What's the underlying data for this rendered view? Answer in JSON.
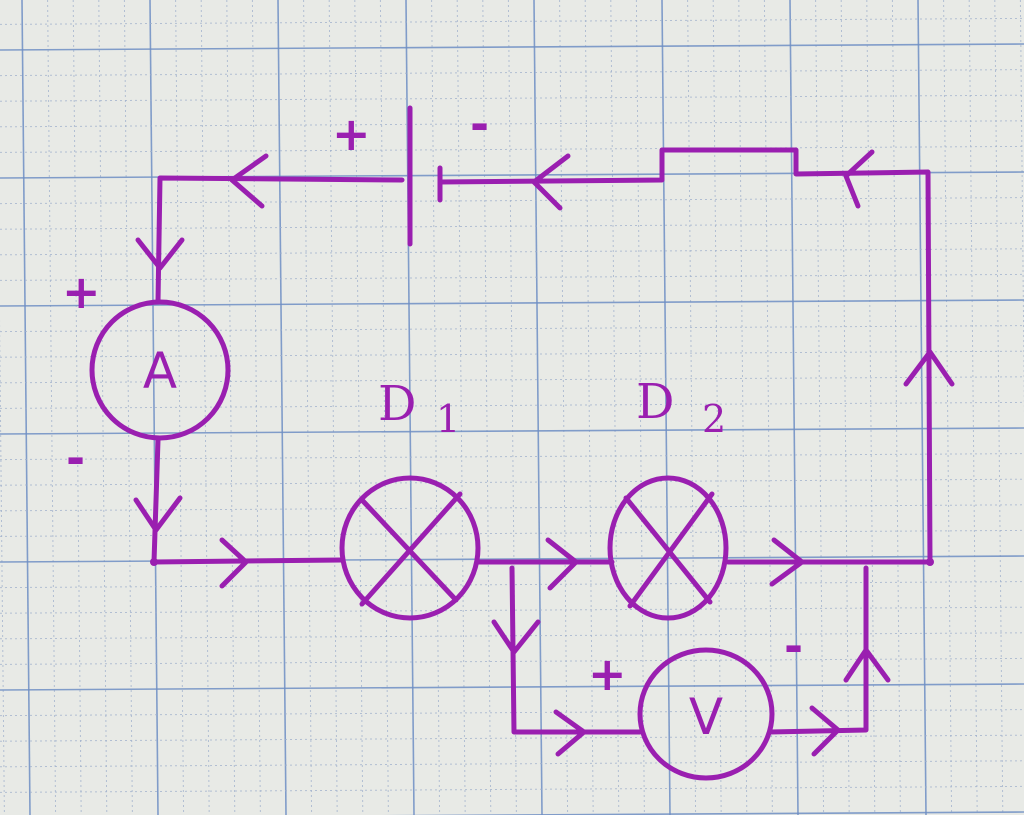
{
  "ink_color": "#9a1fb0",
  "paper_color": "#e8eae6",
  "grid_color": "#6f8fc4",
  "battery": {
    "plus": "+",
    "minus": "-"
  },
  "ammeter": {
    "symbol": "A",
    "plus": "+",
    "minus": "-"
  },
  "lamp_1": {
    "label": "D",
    "subscript": "1"
  },
  "lamp_2": {
    "label": "D",
    "subscript": "2"
  },
  "voltmeter": {
    "symbol": "V",
    "plus": "+",
    "minus": "-"
  }
}
